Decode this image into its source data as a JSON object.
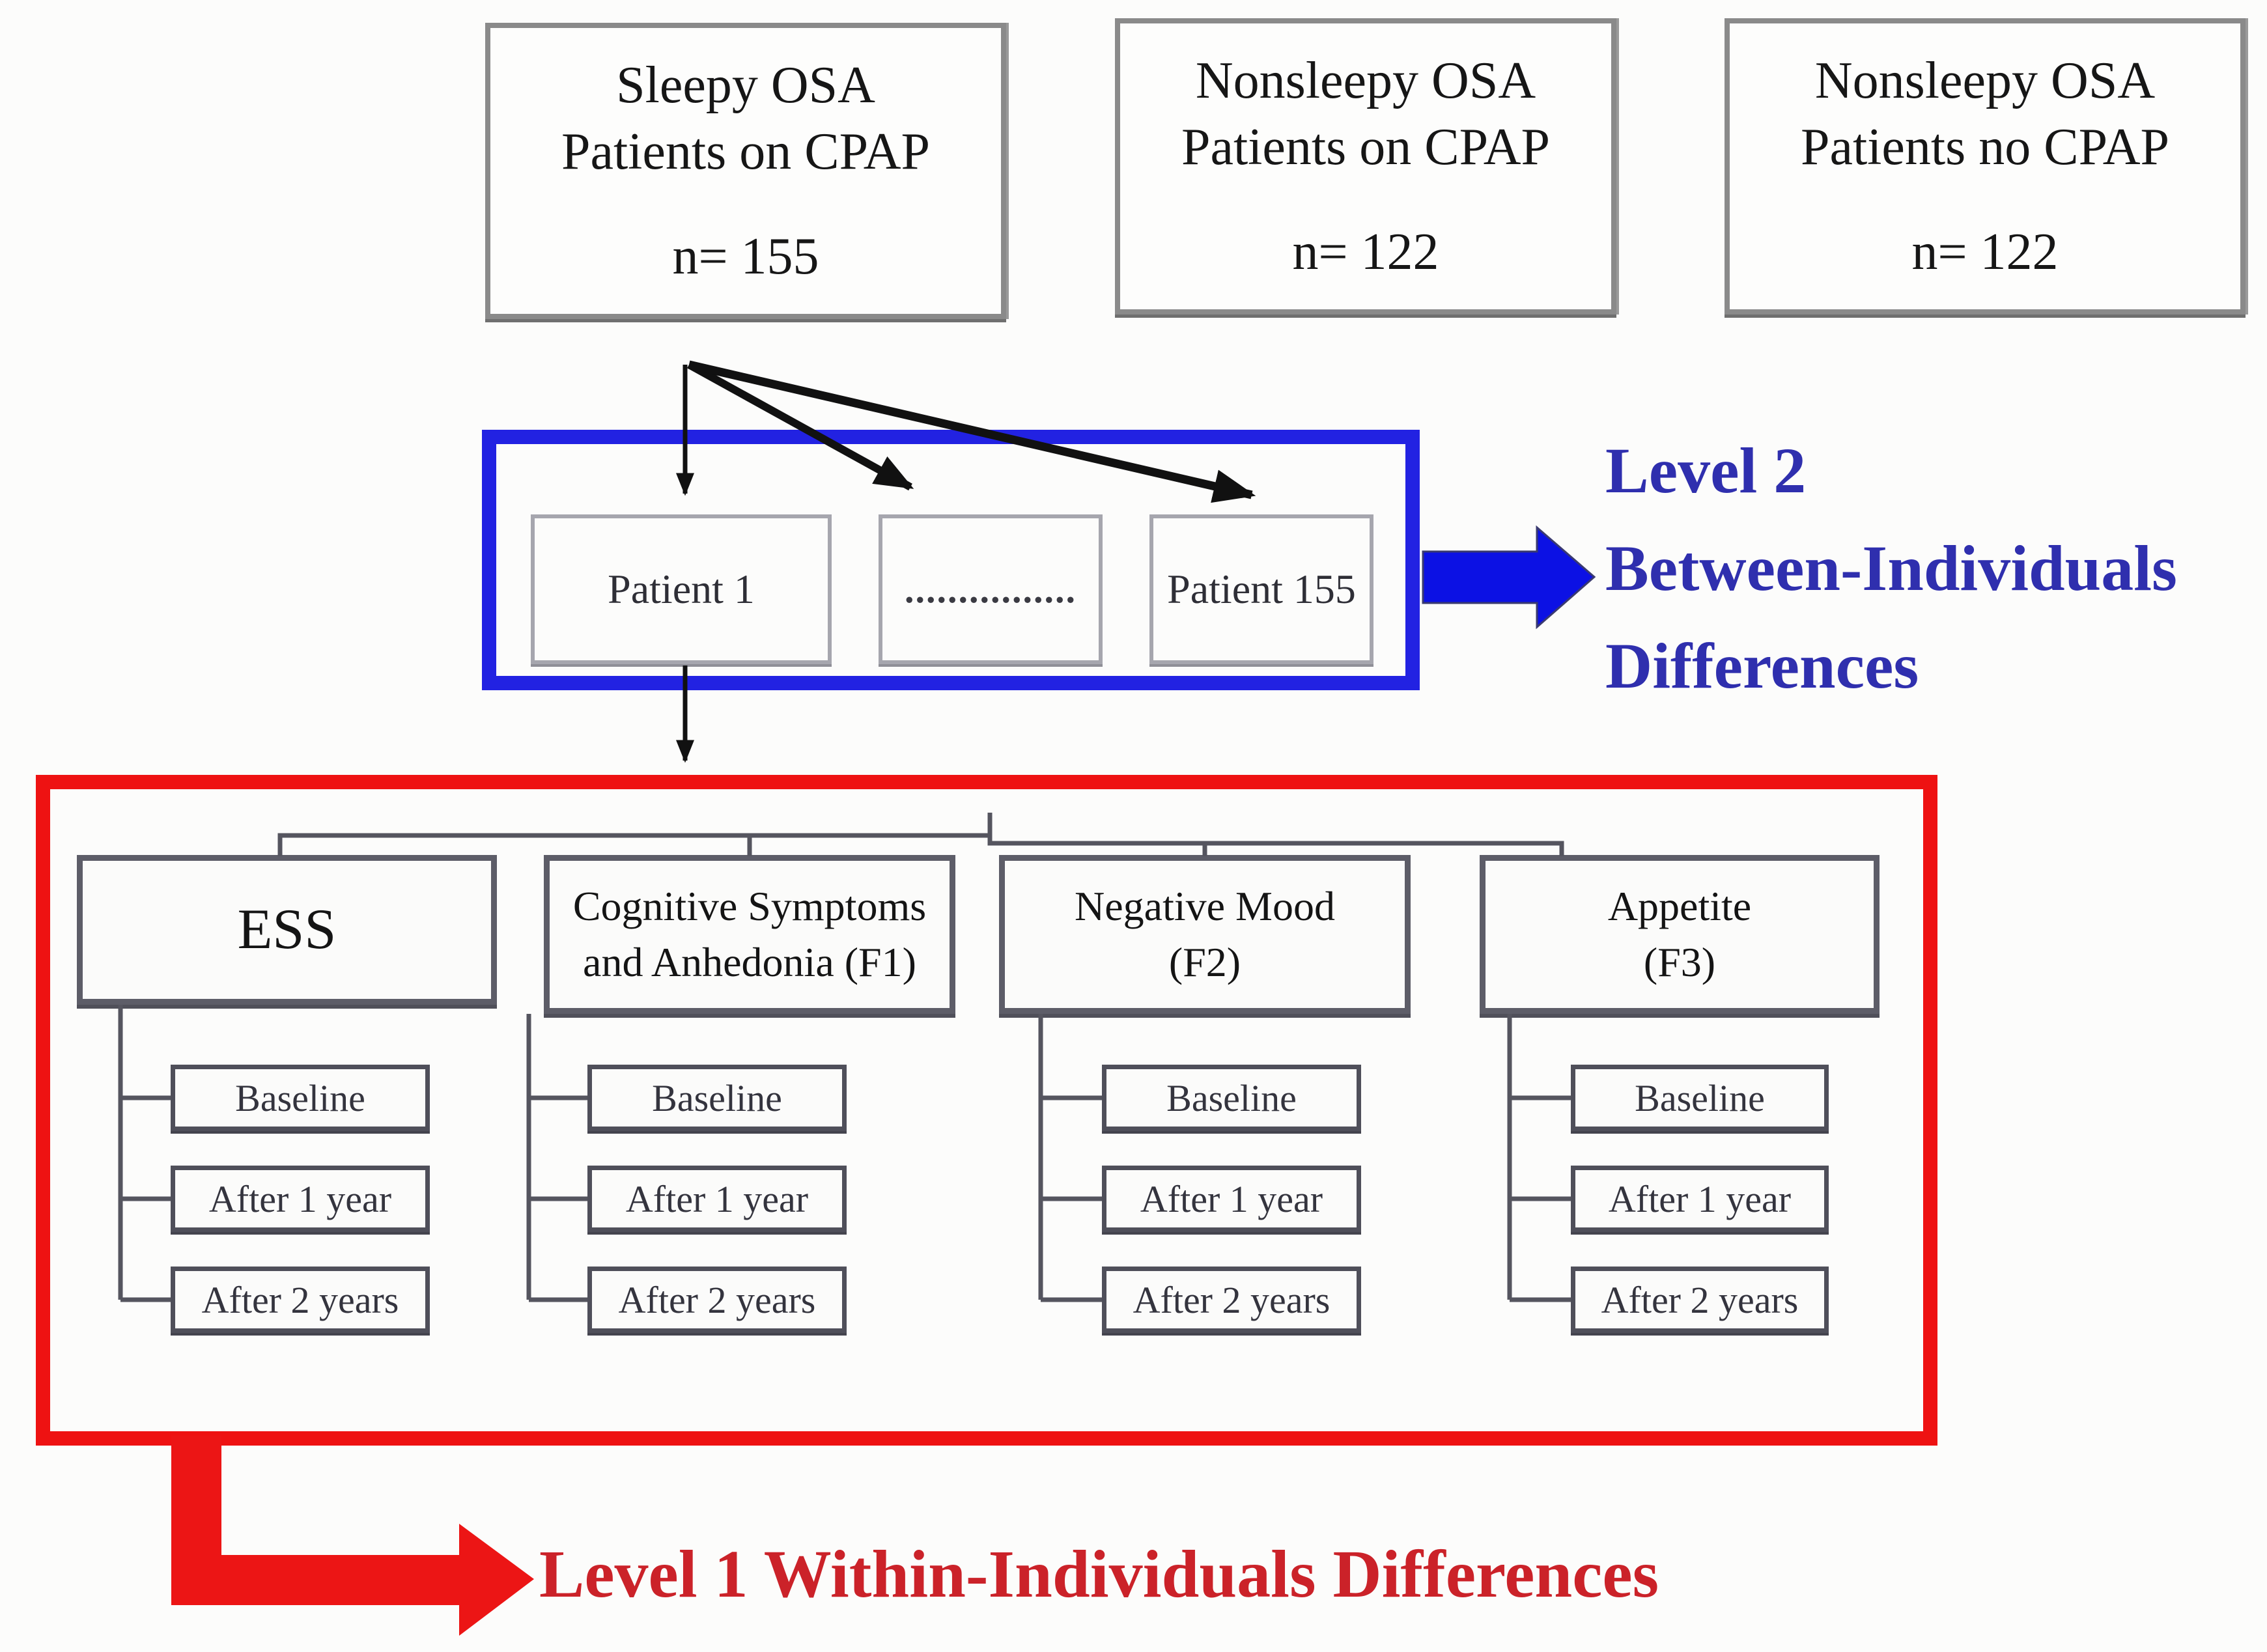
{
  "figure": {
    "cohorts": [
      {
        "line1": "Sleepy OSA",
        "line2": "Patients on CPAP",
        "n": "n= 155"
      },
      {
        "line1": "Nonsleepy OSA",
        "line2": "Patients on CPAP",
        "n": "n= 122"
      },
      {
        "line1": "Nonsleepy OSA",
        "line2": "Patients no CPAP",
        "n": "n= 122"
      }
    ],
    "between_box": {
      "patients": [
        "Patient 1",
        "................",
        "Patient 155"
      ]
    },
    "level2_label": {
      "line1": "Level 2",
      "line2": "Between-Individuals",
      "line3": "Differences"
    },
    "level1_label": "Level 1 Within-Individuals Differences",
    "factors": [
      {
        "title1": "ESS",
        "title2": "",
        "items": [
          "Baseline",
          "After 1 year",
          "After 2 years"
        ]
      },
      {
        "title1": "Cognitive Symptoms",
        "title2": "and Anhedonia (F1)",
        "items": [
          "Baseline",
          "After 1 year",
          "After 2 years"
        ]
      },
      {
        "title1": "Negative Mood",
        "title2": "(F2)",
        "items": [
          "Baseline",
          "After 1 year",
          "After 2 years"
        ]
      },
      {
        "title1": "Appetite",
        "title2": "(F3)",
        "items": [
          "Baseline",
          "After 1 year",
          "After 2 years"
        ]
      }
    ],
    "colors": {
      "blue_border": "#2222e2",
      "blue_arrow": "#0c11e4",
      "blue_text": "#2f2fae",
      "red_border": "#ee1212",
      "red_arrow": "#ec1515",
      "red_text": "#cb2229"
    }
  }
}
